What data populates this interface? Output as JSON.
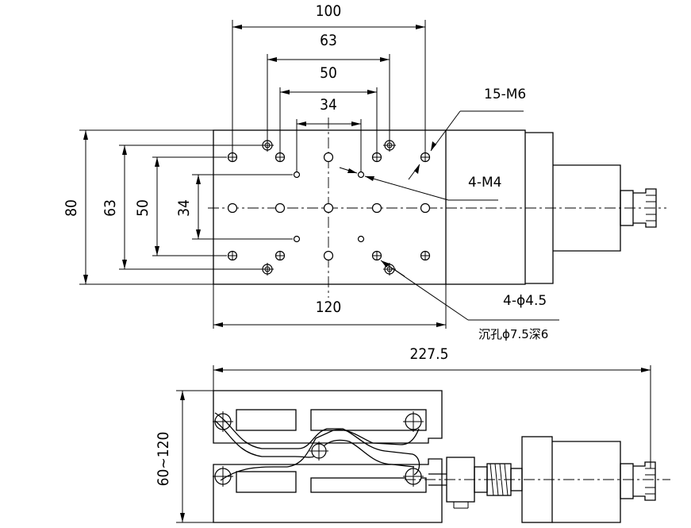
{
  "top_view": {
    "dims": {
      "width_100": "100",
      "width_63": "63",
      "width_50": "50",
      "width_34": "34",
      "height_80": "80",
      "height_63": "63",
      "height_50": "50",
      "height_34": "34",
      "base_120": "120"
    },
    "callouts": {
      "m6_holes": "15-M6",
      "m4_holes": "4-M4",
      "through_holes": "4-ϕ4.5",
      "counterbore": "沉孔ϕ7.5深6"
    }
  },
  "side_view": {
    "dims": {
      "total_length": "227.5",
      "height_range": "60~120"
    }
  }
}
